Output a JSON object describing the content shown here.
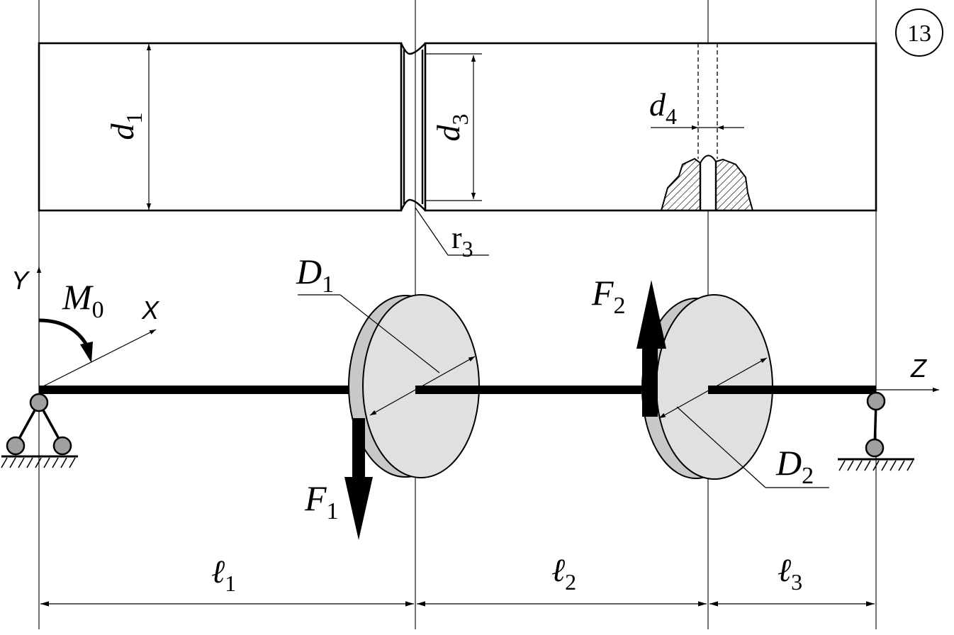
{
  "figure_number": "13",
  "shaft_labels": {
    "d1": {
      "main": "d",
      "sub": "1"
    },
    "d3": {
      "main": "d",
      "sub": "3"
    },
    "d4": {
      "main": "d",
      "sub": "4"
    },
    "r3": {
      "main": "r",
      "sub": "3"
    }
  },
  "scheme_labels": {
    "axis_y": "Y",
    "axis_x": "X",
    "axis_z": "Z",
    "M0": {
      "main": "M",
      "sub": "0"
    },
    "D1": {
      "main": "D",
      "sub": "1"
    },
    "D2": {
      "main": "D",
      "sub": "2"
    },
    "F1": {
      "main": "F",
      "sub": "1"
    },
    "F2": {
      "main": "F",
      "sub": "2"
    }
  },
  "span_labels": {
    "l1": {
      "main": "ℓ",
      "sub": "1"
    },
    "l2": {
      "main": "ℓ",
      "sub": "2"
    },
    "l3": {
      "main": "ℓ",
      "sub": "3"
    }
  },
  "colors": {
    "line": "#000000",
    "disk_fill": "#e0e0e0",
    "disk_side": "#c8c8c8",
    "support_ball": "#a0a0a0"
  }
}
